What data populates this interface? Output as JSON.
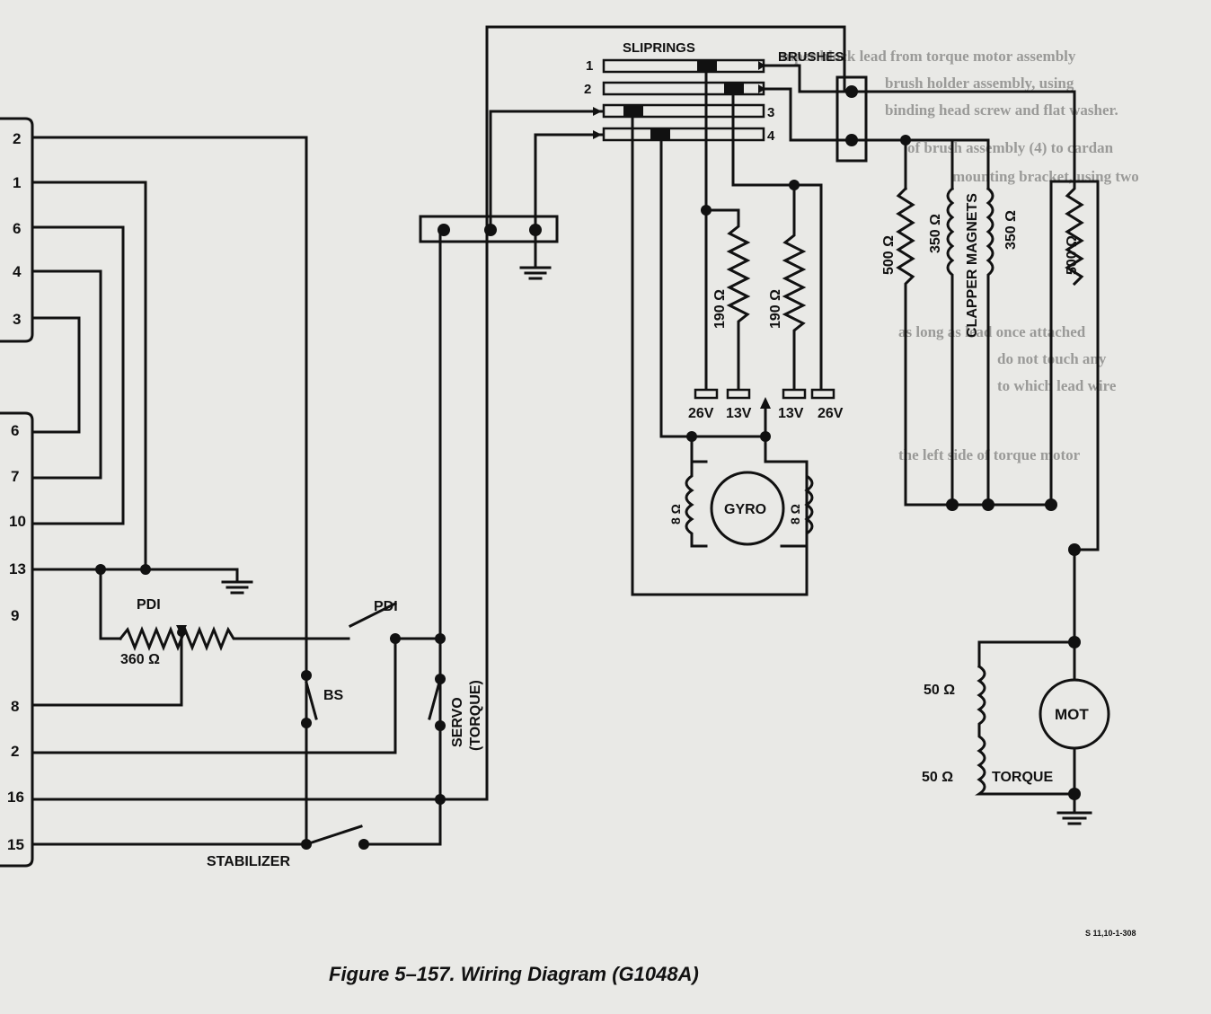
{
  "left_connector_top_pins": [
    "2",
    "1",
    "6",
    "4",
    "3"
  ],
  "left_connector_bottom_pins": [
    "6",
    "7",
    "10",
    "13",
    "9",
    "8",
    "2",
    "16",
    "15"
  ],
  "labels": {
    "pdi_pot": "PDI",
    "pot_resistance": "360 Ω",
    "pdi_switch": "PDI",
    "bs": "BS",
    "servo": "SERVO",
    "servo_torque": "(TORQUE)",
    "stabilizer": "STABILIZER",
    "sliprings": "SLIPRINGS",
    "brushes": "BRUSHES",
    "gyro": "GYRO",
    "mot": "MOT",
    "torque": "TORQUE",
    "clapper_magnets": "CLAPPER MAGNETS"
  },
  "slipring_numbers_left": [
    "1",
    "2"
  ],
  "slipring_numbers_right": [
    "3",
    "4"
  ],
  "resistors": {
    "r190_a": "190 Ω",
    "r190_b": "190 Ω",
    "r500_left": "500 Ω",
    "r350_left": "350 Ω",
    "r350_right": "350 Ω",
    "r500_right": "500 Ω",
    "gyro_coil_left": "8 Ω",
    "gyro_coil_right": "8 Ω",
    "motor_coil_top": "50 Ω",
    "motor_coil_bottom": "50 Ω"
  },
  "terminals": [
    "26V",
    "13V",
    "13V",
    "26V"
  ],
  "caption": "Figure 5–157.  Wiring Diagram (G1048A)",
  "ref_code": "S 11,10-1-308",
  "background_text": [
    "mper block lead from torque motor assembly",
    "brush holder assembly, using",
    "binding head screw and flat washer.",
    "of brush assembly (4) to cardan",
    "mounting bracket, using two",
    "as long as lead once attached",
    "do not touch any",
    "to which lead wire",
    "the left side of torque motor"
  ]
}
